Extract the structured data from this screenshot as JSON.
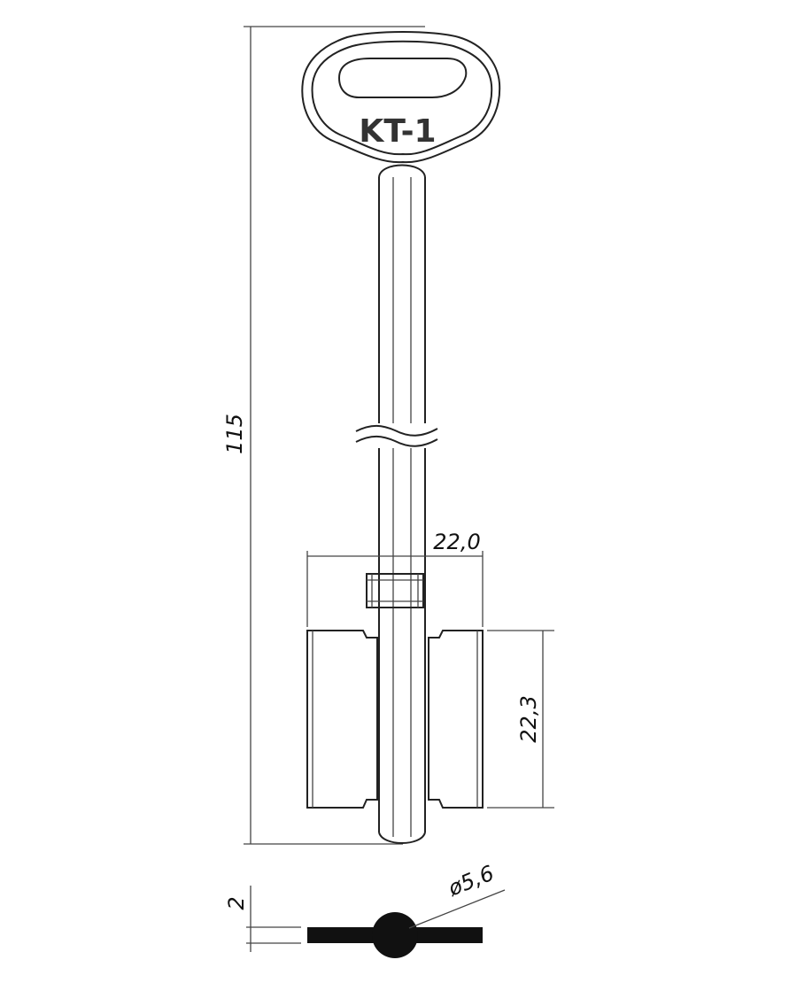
{
  "key": {
    "model_label": "KT-1"
  },
  "dimensions": {
    "overall_length": "115",
    "bit_width": "22,0",
    "bit_height": "22,3",
    "thickness": "2",
    "shank_diameter": "ø5,6"
  },
  "colors": {
    "ink": "#222222",
    "fill_dark": "#111111",
    "background": "#ffffff"
  }
}
